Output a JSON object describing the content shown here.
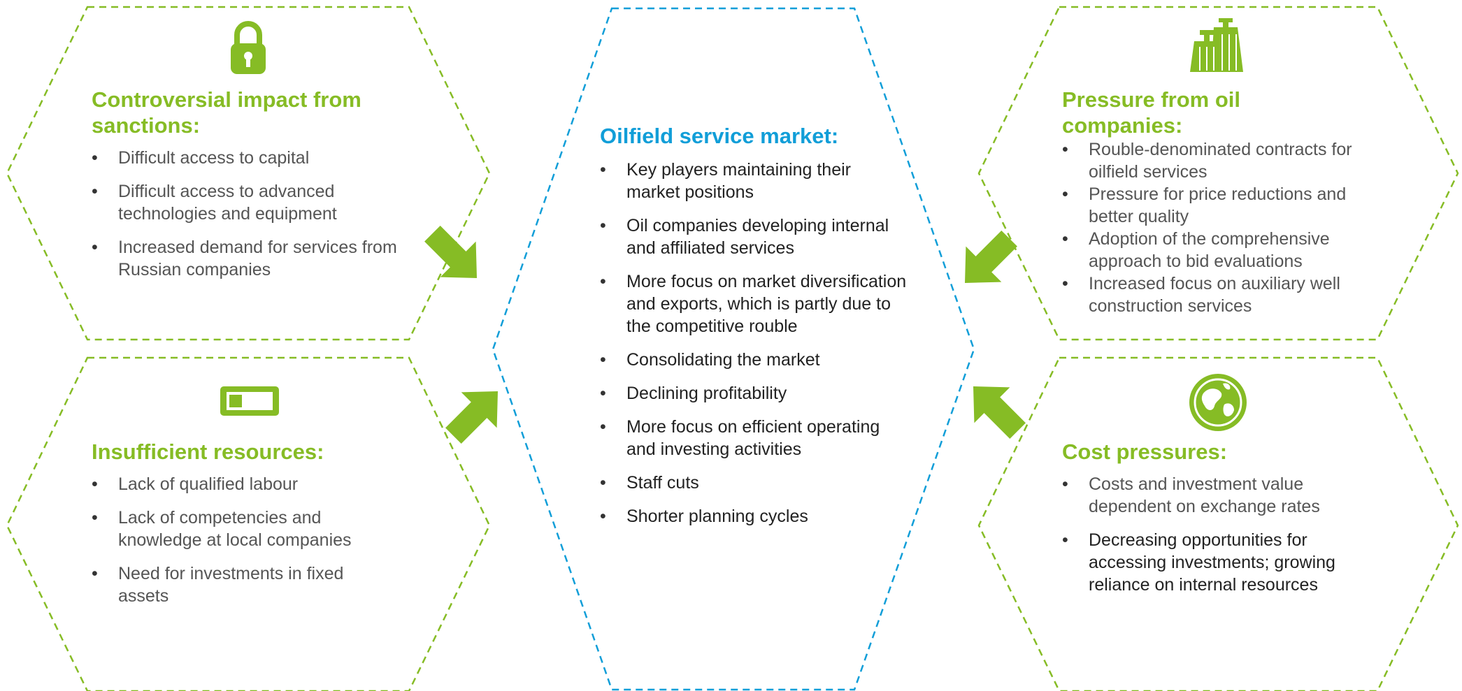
{
  "colors": {
    "accent_green": "#86bc25",
    "accent_blue": "#119ed8",
    "arrow_green": "#86bc25",
    "text_dark": "#222222",
    "text_grey": "#555555"
  },
  "center": {
    "title": "Oilfield service market:",
    "items": [
      "Key players maintaining their market positions",
      "Oil companies developing internal and affiliated services",
      "More focus on market diversification and exports, which is partly due to the competitive rouble",
      "Consolidating the market",
      "Declining profitability",
      "More focus on efficient operating and investing activities",
      "Staff cuts",
      "Shorter planning cycles"
    ]
  },
  "sanctions": {
    "icon": "padlock-icon",
    "title": "Controversial impact from sanctions:",
    "items": [
      "Difficult access to capital",
      "Difficult access to advanced technologies and equipment",
      "Increased demand for services from Russian companies"
    ]
  },
  "resources": {
    "icon": "battery-icon",
    "title": "Insufficient resources:",
    "items": [
      "Lack of qualified labour",
      "Lack of competencies and knowledge at local companies",
      "Need for investments in fixed assets"
    ]
  },
  "oil_companies": {
    "icon": "weights-icon",
    "title": "Pressure from oil companies:",
    "items": [
      "Rouble-denominated contracts for oilfield services",
      "Pressure for price reductions and better quality",
      "Adoption of the comprehensive approach to bid evaluations",
      "Increased focus on auxiliary well construction services"
    ]
  },
  "costs": {
    "icon": "globe-icon",
    "title": "Cost pressures:",
    "items": [
      "Costs and investment value dependent on exchange rates",
      "Decreasing opportunities for accessing investments; growing reliance on internal resources"
    ]
  }
}
